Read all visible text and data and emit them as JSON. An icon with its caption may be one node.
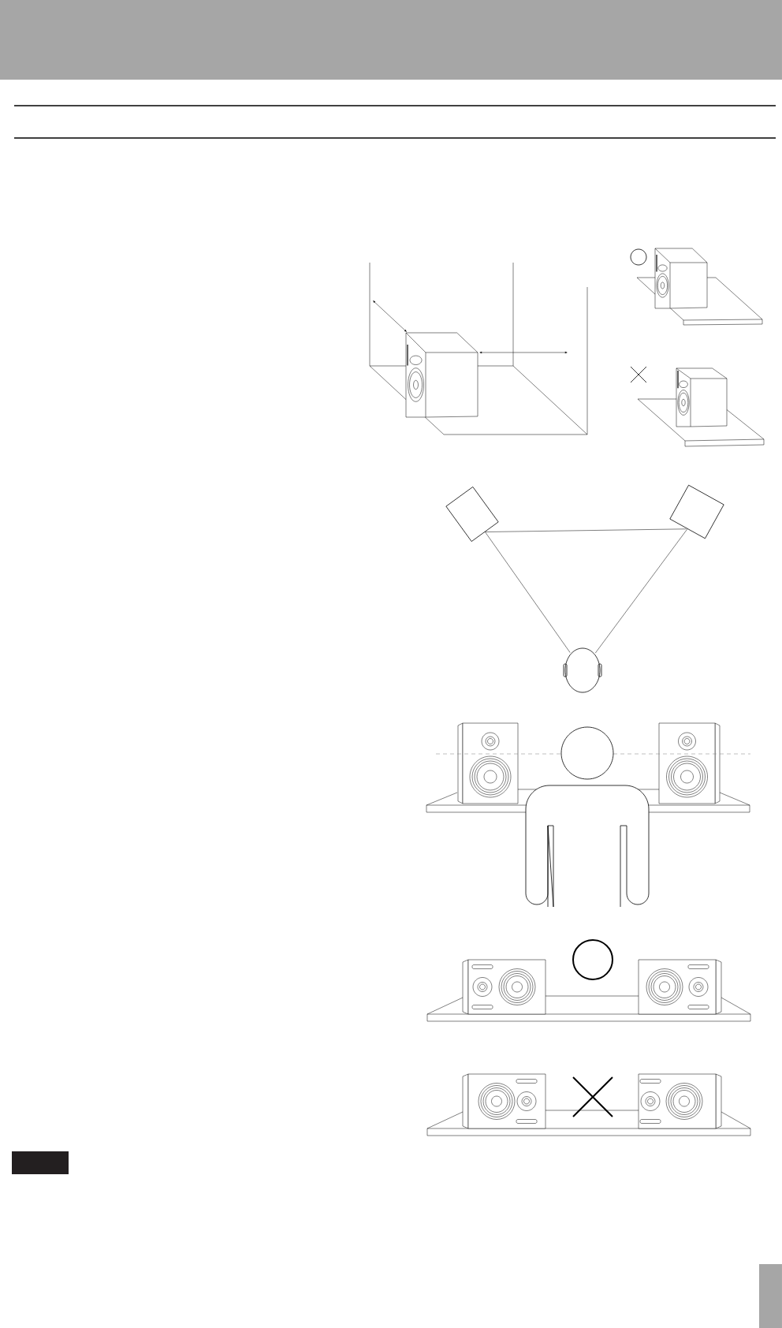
{
  "diagram": {
    "nodes": [
      {
        "text": [],
        "shape": "box"
      },
      {
        "text": [],
        "shape": "box"
      },
      {
        "text": [],
        "shape": "head"
      }
    ],
    "edges": [
      {
        "from": 0,
        "to": 1,
        "arrow": "none"
      },
      {
        "from": 0,
        "to": 2,
        "arrow": "none"
      },
      {
        "from": 1,
        "to": 2,
        "arrow": "none"
      }
    ]
  }
}
